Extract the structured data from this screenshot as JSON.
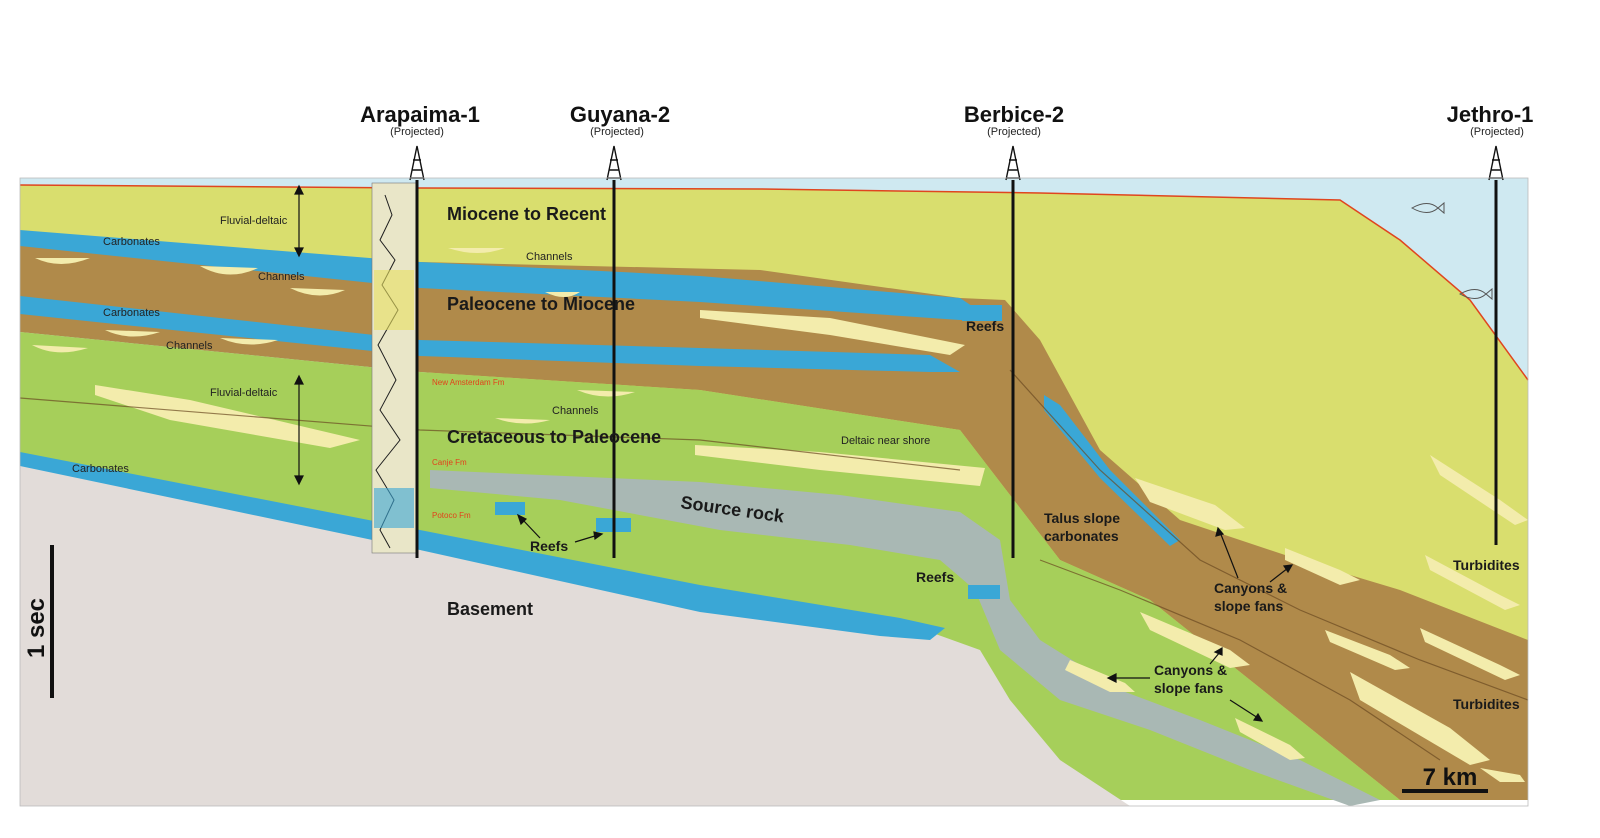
{
  "wells": [
    {
      "name": "Arapaima-1",
      "note": "(Projected)"
    },
    {
      "name": "Guyana-2",
      "note": "(Projected)"
    },
    {
      "name": "Berbice-2",
      "note": "(Projected)"
    },
    {
      "name": "Jethro-1",
      "note": "(Projected)"
    }
  ],
  "units": {
    "miocene": "Miocene to Recent",
    "paleocene": "Paleocene to Miocene",
    "cretaceous": "Cretaceous to Paleocene",
    "source": "Source rock",
    "basement": "Basement"
  },
  "labels": {
    "fluvial_top": "Fluvial-deltaic",
    "fluvial_mid": "Fluvial-deltaic",
    "carb1": "Carbonates",
    "carb2": "Carbonates",
    "carb3": "Carbonates",
    "channels1": "Channels",
    "channels2": "Channels",
    "channels3": "Channels",
    "channels4": "Channels",
    "deltaic": "Deltaic near shore",
    "reefs_berbice": "Reefs",
    "reefs_guyana": "Reefs",
    "reefs_lower": "Reefs",
    "talus1": "Talus slope",
    "talus2": "carbonates",
    "canyons_a1": "Canyons &",
    "canyons_a2": "slope fans",
    "canyons_b1": "Canyons &",
    "canyons_b2": "slope fans",
    "turbidites1": "Turbidites",
    "turbidites2": "Turbidites"
  },
  "formations": {
    "new_amsterdam": "New Amsterdam Fm",
    "canje": "Canje Fm",
    "potoco": "Potoco Fm"
  },
  "scale": {
    "time": "1 sec",
    "distance": "7 km"
  },
  "colors": {
    "miocene": "#d9de6e",
    "paleocene": "#b08a4a",
    "cretaceous": "#a6cf5a",
    "carbonate": "#3aa7d6",
    "sand": "#f3ecac",
    "source": "#a9b8b4",
    "basement": "#e2dcd9",
    "sea": "#cfe9f1"
  }
}
